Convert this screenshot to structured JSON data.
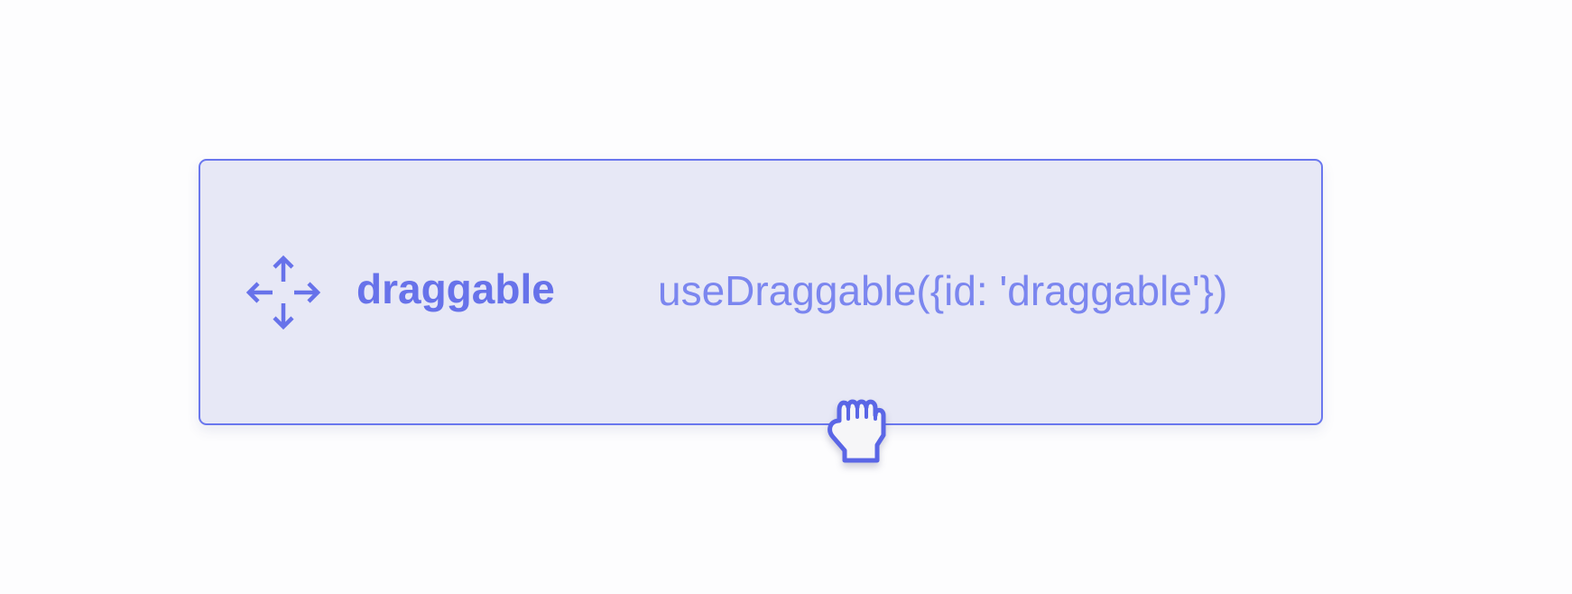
{
  "draggable": {
    "id": "draggable",
    "label": "draggable",
    "code": "useDraggable({id: 'draggable'})",
    "icon": "move-arrows-icon"
  },
  "cursor": {
    "icon": "grabbing-hand-cursor-icon"
  },
  "colors": {
    "accent": "#6772ea",
    "code_text": "#7b86ef",
    "card_background": "#e7e8f6",
    "card_border": "#6a77ee",
    "page_background": "#fdfdfe",
    "cursor_fill": "#f6f6f8"
  }
}
